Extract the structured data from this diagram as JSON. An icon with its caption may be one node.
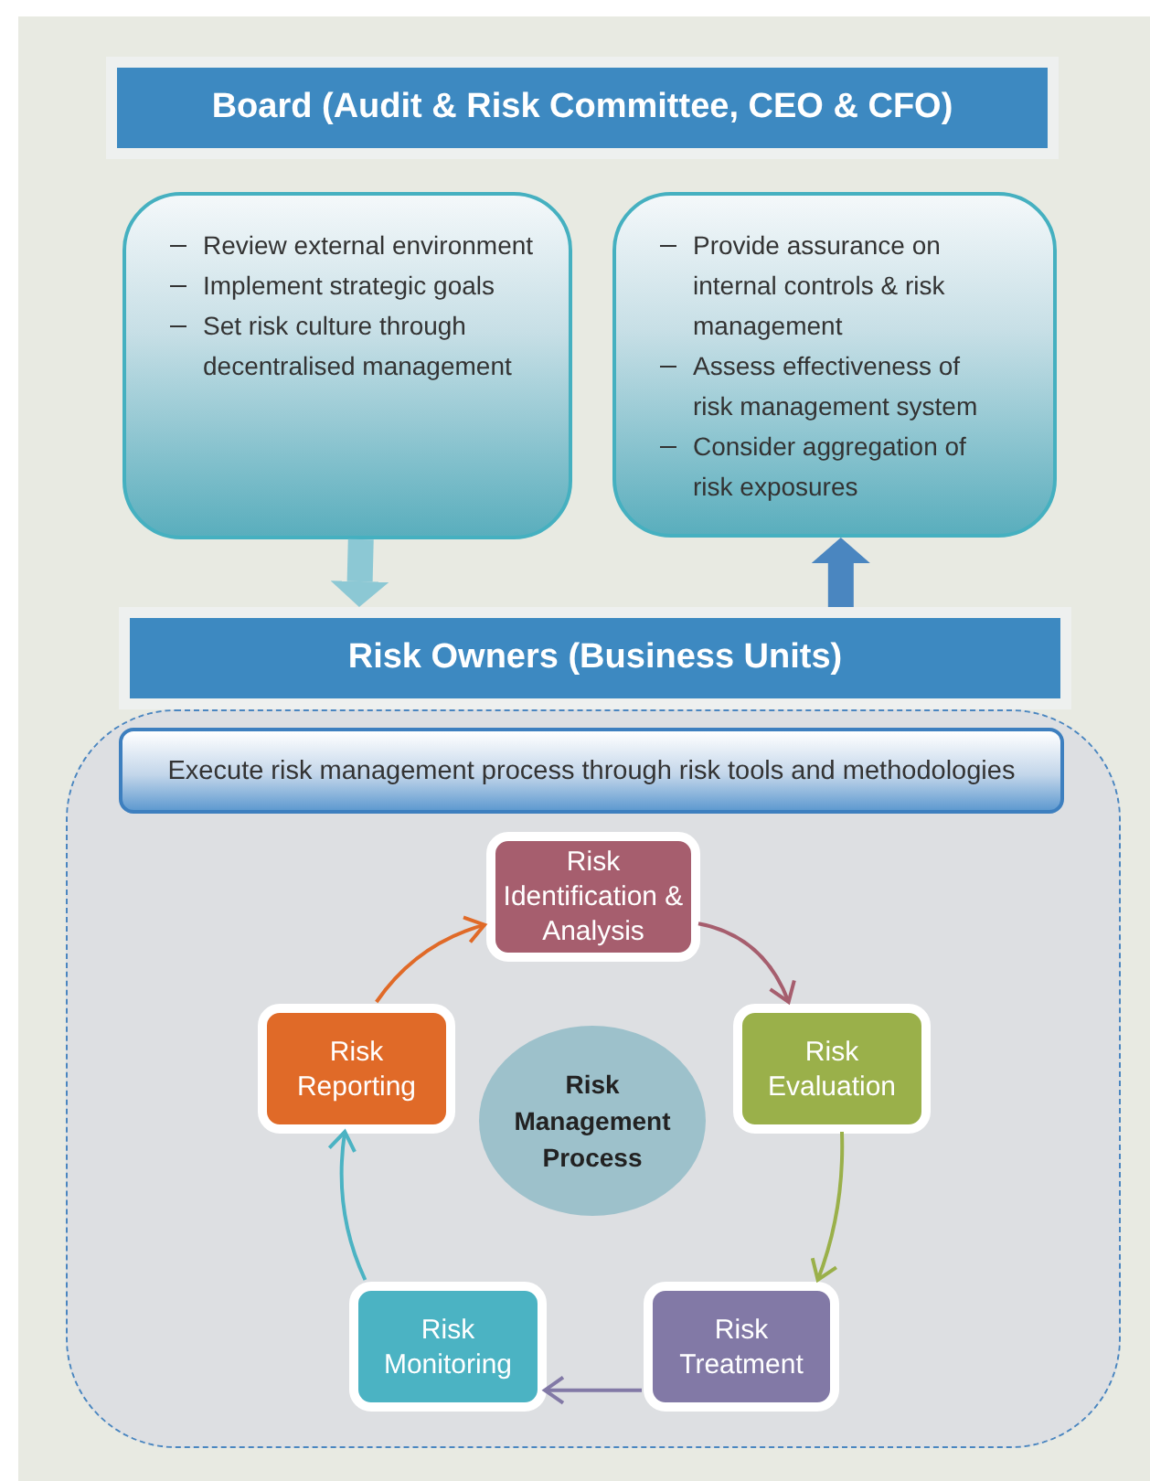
{
  "diagram": {
    "nodes": [
      {
        "text": [
          "Board (Audit & Risk Committee, CEO & CFO)"
        ]
      },
      {
        "text": [
          "Review external environment",
          "Implement strategic goals",
          "Set risk culture through decentralised management"
        ]
      },
      {
        "text": [
          "Provide assurance on internal controls & risk management",
          "Assess effectiveness of risk management system",
          "Consider aggregation of risk exposures"
        ]
      },
      {
        "text": [
          "Risk Owners (Business Units)"
        ]
      },
      {
        "text": [],
        "shape": "box"
      },
      {
        "text": [
          "Execute risk management process through risk tools and methodologies"
        ],
        "in": 4
      },
      {
        "text": [
          "Risk Identification & Analysis"
        ],
        "in": 4
      },
      {
        "text": [
          "Risk Evaluation"
        ],
        "in": 4
      },
      {
        "text": [
          "Risk Treatment"
        ],
        "in": 4
      },
      {
        "text": [
          "Risk Monitoring"
        ],
        "in": 4
      },
      {
        "text": [
          "Risk Reporting"
        ],
        "in": 4
      },
      {
        "text": [
          "Risk Management Process"
        ],
        "in": 4
      }
    ],
    "edges": [
      {
        "from": 1,
        "to": 3,
        "arrow": "to",
        "style": "thick",
        "color": "#8cc8d4"
      },
      {
        "from": 3,
        "to": 2,
        "arrow": "to",
        "style": "thick",
        "color": "#4a86c0"
      },
      {
        "from": 6,
        "to": 7,
        "arrow": "to",
        "color": "#a65e6e"
      },
      {
        "from": 7,
        "to": 8,
        "arrow": "to",
        "color": "#9ab04a"
      },
      {
        "from": 8,
        "to": 9,
        "arrow": "to",
        "color": "#8279a6"
      },
      {
        "from": 9,
        "to": 10,
        "arrow": "to",
        "color": "#4bb3c3"
      },
      {
        "from": 10,
        "to": 6,
        "arrow": "to",
        "color": "#e06a28"
      }
    ]
  }
}
